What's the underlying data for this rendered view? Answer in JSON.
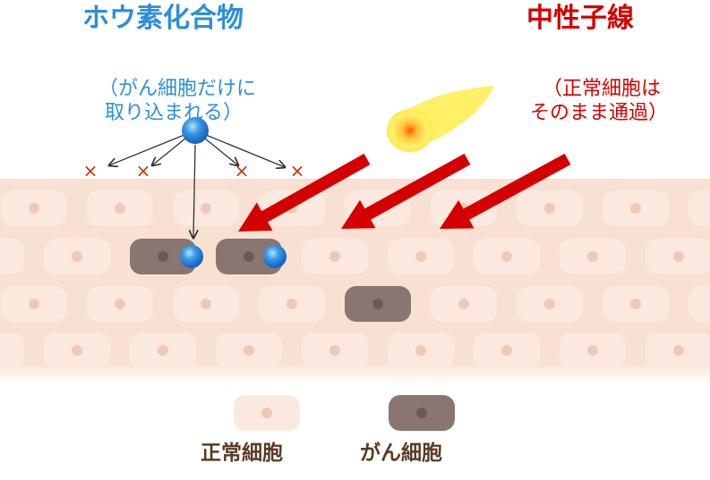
{
  "boron": {
    "title": "ホウ素化合物",
    "note_line1": "（がん細胞だけに",
    "note_line2": "取り込まれる）",
    "reject_mark": "×"
  },
  "neutron": {
    "title": "中性子線",
    "note_line1": "（正常細胞は",
    "note_line2": "そのまま通過）"
  },
  "legend": {
    "normal_label": "正常細胞",
    "cancer_label": "がん細胞"
  },
  "colors": {
    "boron_blue": "#2d8fd9",
    "neutron_red": "#d40000",
    "legend_brown": "#5a3a24",
    "tissue_bg": "#f8e0d3",
    "normal_cell": "#fbe9df",
    "normal_nucleus": "#efc9b7",
    "cancer_cell": "#8a7570",
    "cancer_nucleus": "#6e5954",
    "beam_yellow": "#ffee55",
    "reject_x": "#cc3300"
  }
}
